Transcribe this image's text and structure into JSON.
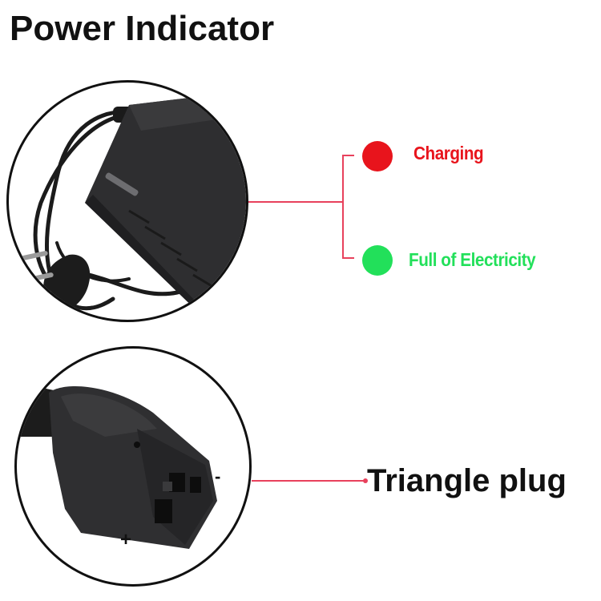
{
  "title": "Power Indicator",
  "indicators": [
    {
      "label": "Charging",
      "color": "#e8141c"
    },
    {
      "label": "Full of Electricity",
      "color": "#22e05a"
    }
  ],
  "plug": {
    "label": "Triangle plug",
    "minus": "-",
    "plus": "+"
  },
  "colors": {
    "connector_line": "#e8415c",
    "device": "#2e2e30"
  }
}
